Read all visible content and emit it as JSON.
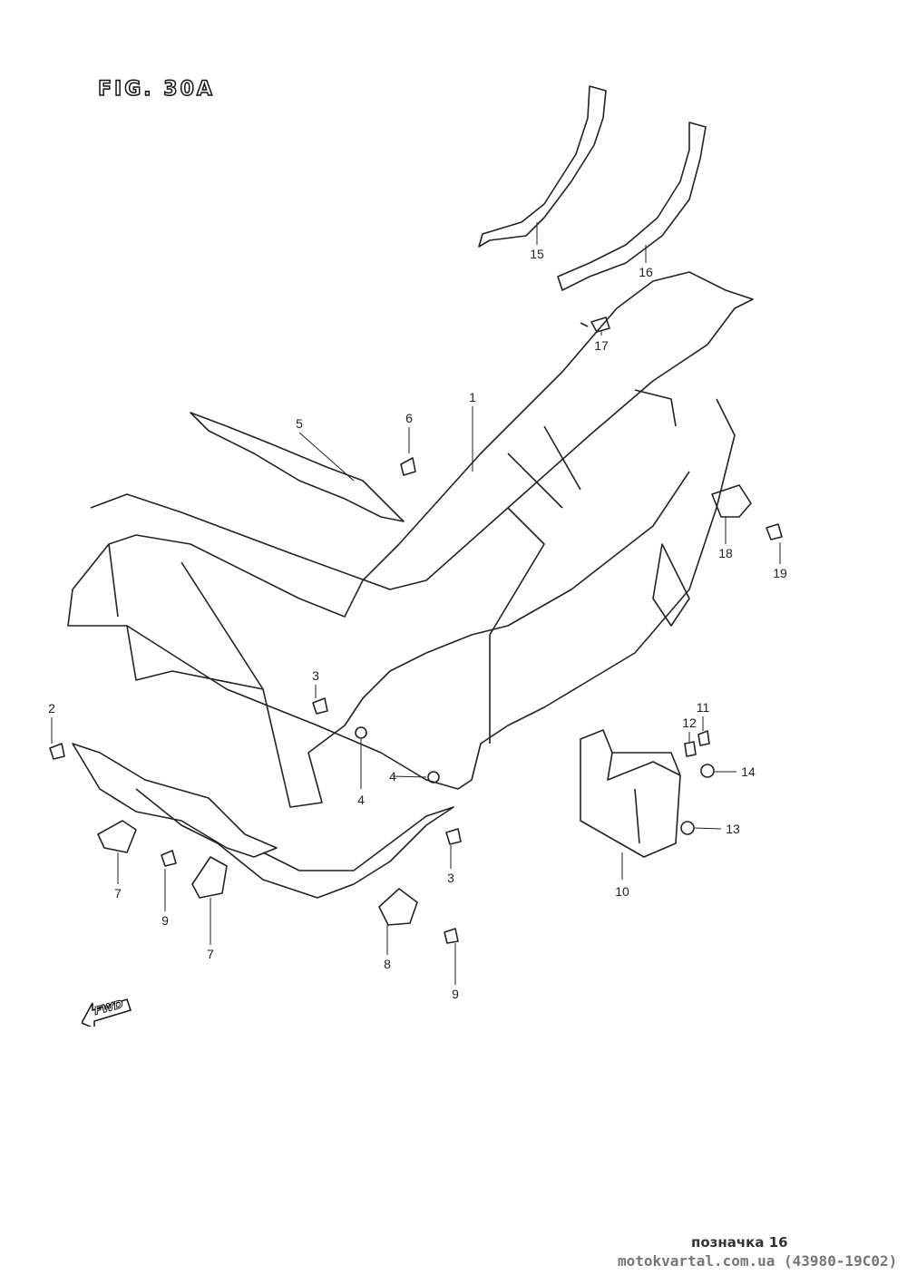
{
  "figure": {
    "title": "FIG. 30A"
  },
  "callouts": [
    "15",
    "16",
    "17",
    "1",
    "5",
    "6",
    "18",
    "19",
    "3",
    "2",
    "11",
    "12",
    "14",
    "4",
    "4",
    "7",
    "9",
    "3",
    "10",
    "13",
    "7",
    "8",
    "9"
  ],
  "direction_marker": "FWD",
  "footer": {
    "label": "позначка 16",
    "source": "motokvartal.com.ua (43980-19C02)"
  }
}
